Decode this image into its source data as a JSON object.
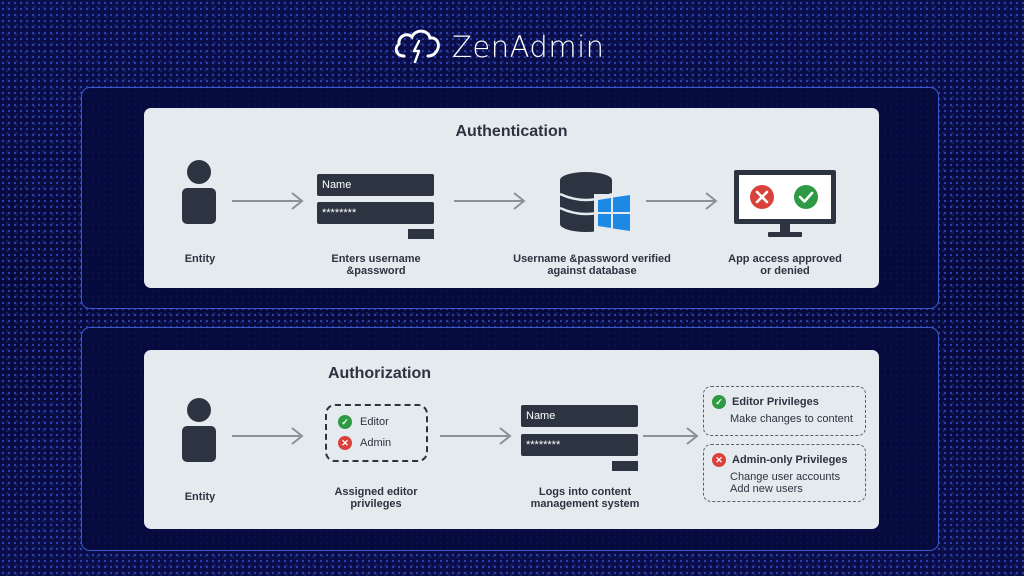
{
  "brand": {
    "name": "ZenAdmin",
    "logo_icon": "cloud-bolt-icon"
  },
  "authentication": {
    "title": "Authentication",
    "steps": [
      {
        "label_line1": "Entity",
        "label_line2": ""
      },
      {
        "label_line1": "Enters username",
        "label_line2": "&password"
      },
      {
        "label_line1": "Username &password verified",
        "label_line2": "against database"
      },
      {
        "label_line1": "App access approved",
        "label_line2": "or denied"
      }
    ],
    "form": {
      "name_value": "Name",
      "password_value": "********"
    },
    "icons": [
      "person-icon",
      "arrow-right-icon",
      "database-windows-icon",
      "monitor-icon",
      "check-icon",
      "x-icon"
    ]
  },
  "authorization": {
    "title": "Authorization",
    "steps": [
      {
        "label_line1": "Entity",
        "label_line2": ""
      },
      {
        "label_line1": "Assigned editor",
        "label_line2": "privileges"
      },
      {
        "label_line1": "Logs into content",
        "label_line2": "management system"
      }
    ],
    "roles": [
      {
        "name": "Editor",
        "status": "allowed"
      },
      {
        "name": "Admin",
        "status": "denied"
      }
    ],
    "form": {
      "name_value": "Name",
      "password_value": "********"
    },
    "privileges": [
      {
        "title": "Editor Privileges",
        "status": "allowed",
        "lines": [
          "Make changes to content"
        ]
      },
      {
        "title": "Admin-only Privileges",
        "status": "denied",
        "lines": [
          "Change user accounts",
          "Add new users"
        ]
      }
    ]
  },
  "colors": {
    "allowed": "#2e9a44",
    "denied": "#d9413a",
    "panel": "#e4eaee",
    "dark": "#2b3440",
    "windows_blue": "#1e88e5"
  }
}
